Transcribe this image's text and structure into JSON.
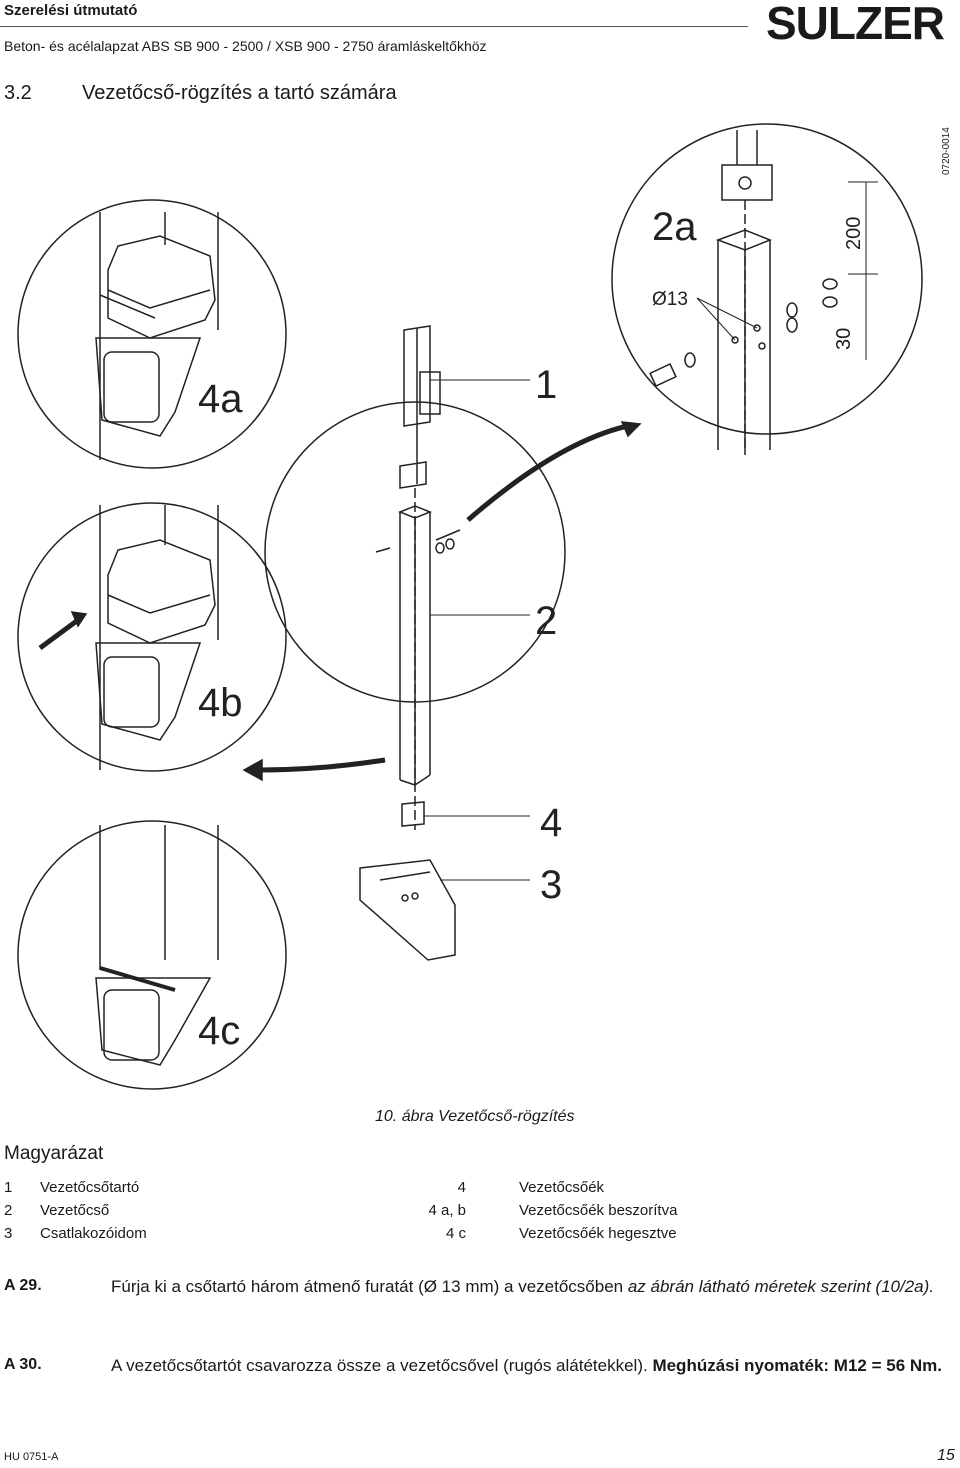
{
  "header": {
    "title": "Szerelési útmutató",
    "subtitle": "Beton- és acélalapzat ABS SB 900 - 2500 / XSB 900 - 2750 áramláskeltőkhöz",
    "logo": "SULZER"
  },
  "section": {
    "number": "3.2",
    "title": "Vezetőcső-rögzítés a tartó számára"
  },
  "figure": {
    "code": "0720-0014",
    "labels": {
      "l1": "1",
      "l2": "2",
      "l3": "3",
      "l4": "4",
      "l2a": "2a",
      "l4a": "4a",
      "l4b": "4b",
      "l4c": "4c",
      "diam": "Ø13",
      "dim200": "200",
      "dim30": "30"
    },
    "caption": "10. ábra Vezetőcső-rögzítés"
  },
  "legend": {
    "title": "Magyarázat",
    "left": [
      {
        "num": "1",
        "text": "Vezetőcsőtartó"
      },
      {
        "num": "2",
        "text": "Vezetőcső"
      },
      {
        "num": "3",
        "text": "Csatlakozóidom"
      }
    ],
    "right": [
      {
        "num": "4",
        "text": "Vezetőcsőék"
      },
      {
        "num": "4 a, b",
        "text": "Vezetőcsőék beszorítva"
      },
      {
        "num": "4 c",
        "text": "Vezetőcsőék hegesztve"
      }
    ]
  },
  "steps": [
    {
      "label": "A 29.",
      "text_normal": "Fúrja ki a csőtartó három átmenő furatát (Ø 13 mm) a vezetőcsőben ",
      "text_italic": "az ábrán látható méretek szerint (10/2a).",
      "text_bold": ""
    },
    {
      "label": "A 30.",
      "text_normal": "A vezetőcsőtartót csavarozza össze a vezetőcsővel (rugós alátétekkel). ",
      "text_italic": "",
      "text_bold": "Meghúzási nyomaték: M12 = 56 Nm."
    }
  ],
  "footer": {
    "left": "HU 0751-A",
    "page": "15"
  }
}
